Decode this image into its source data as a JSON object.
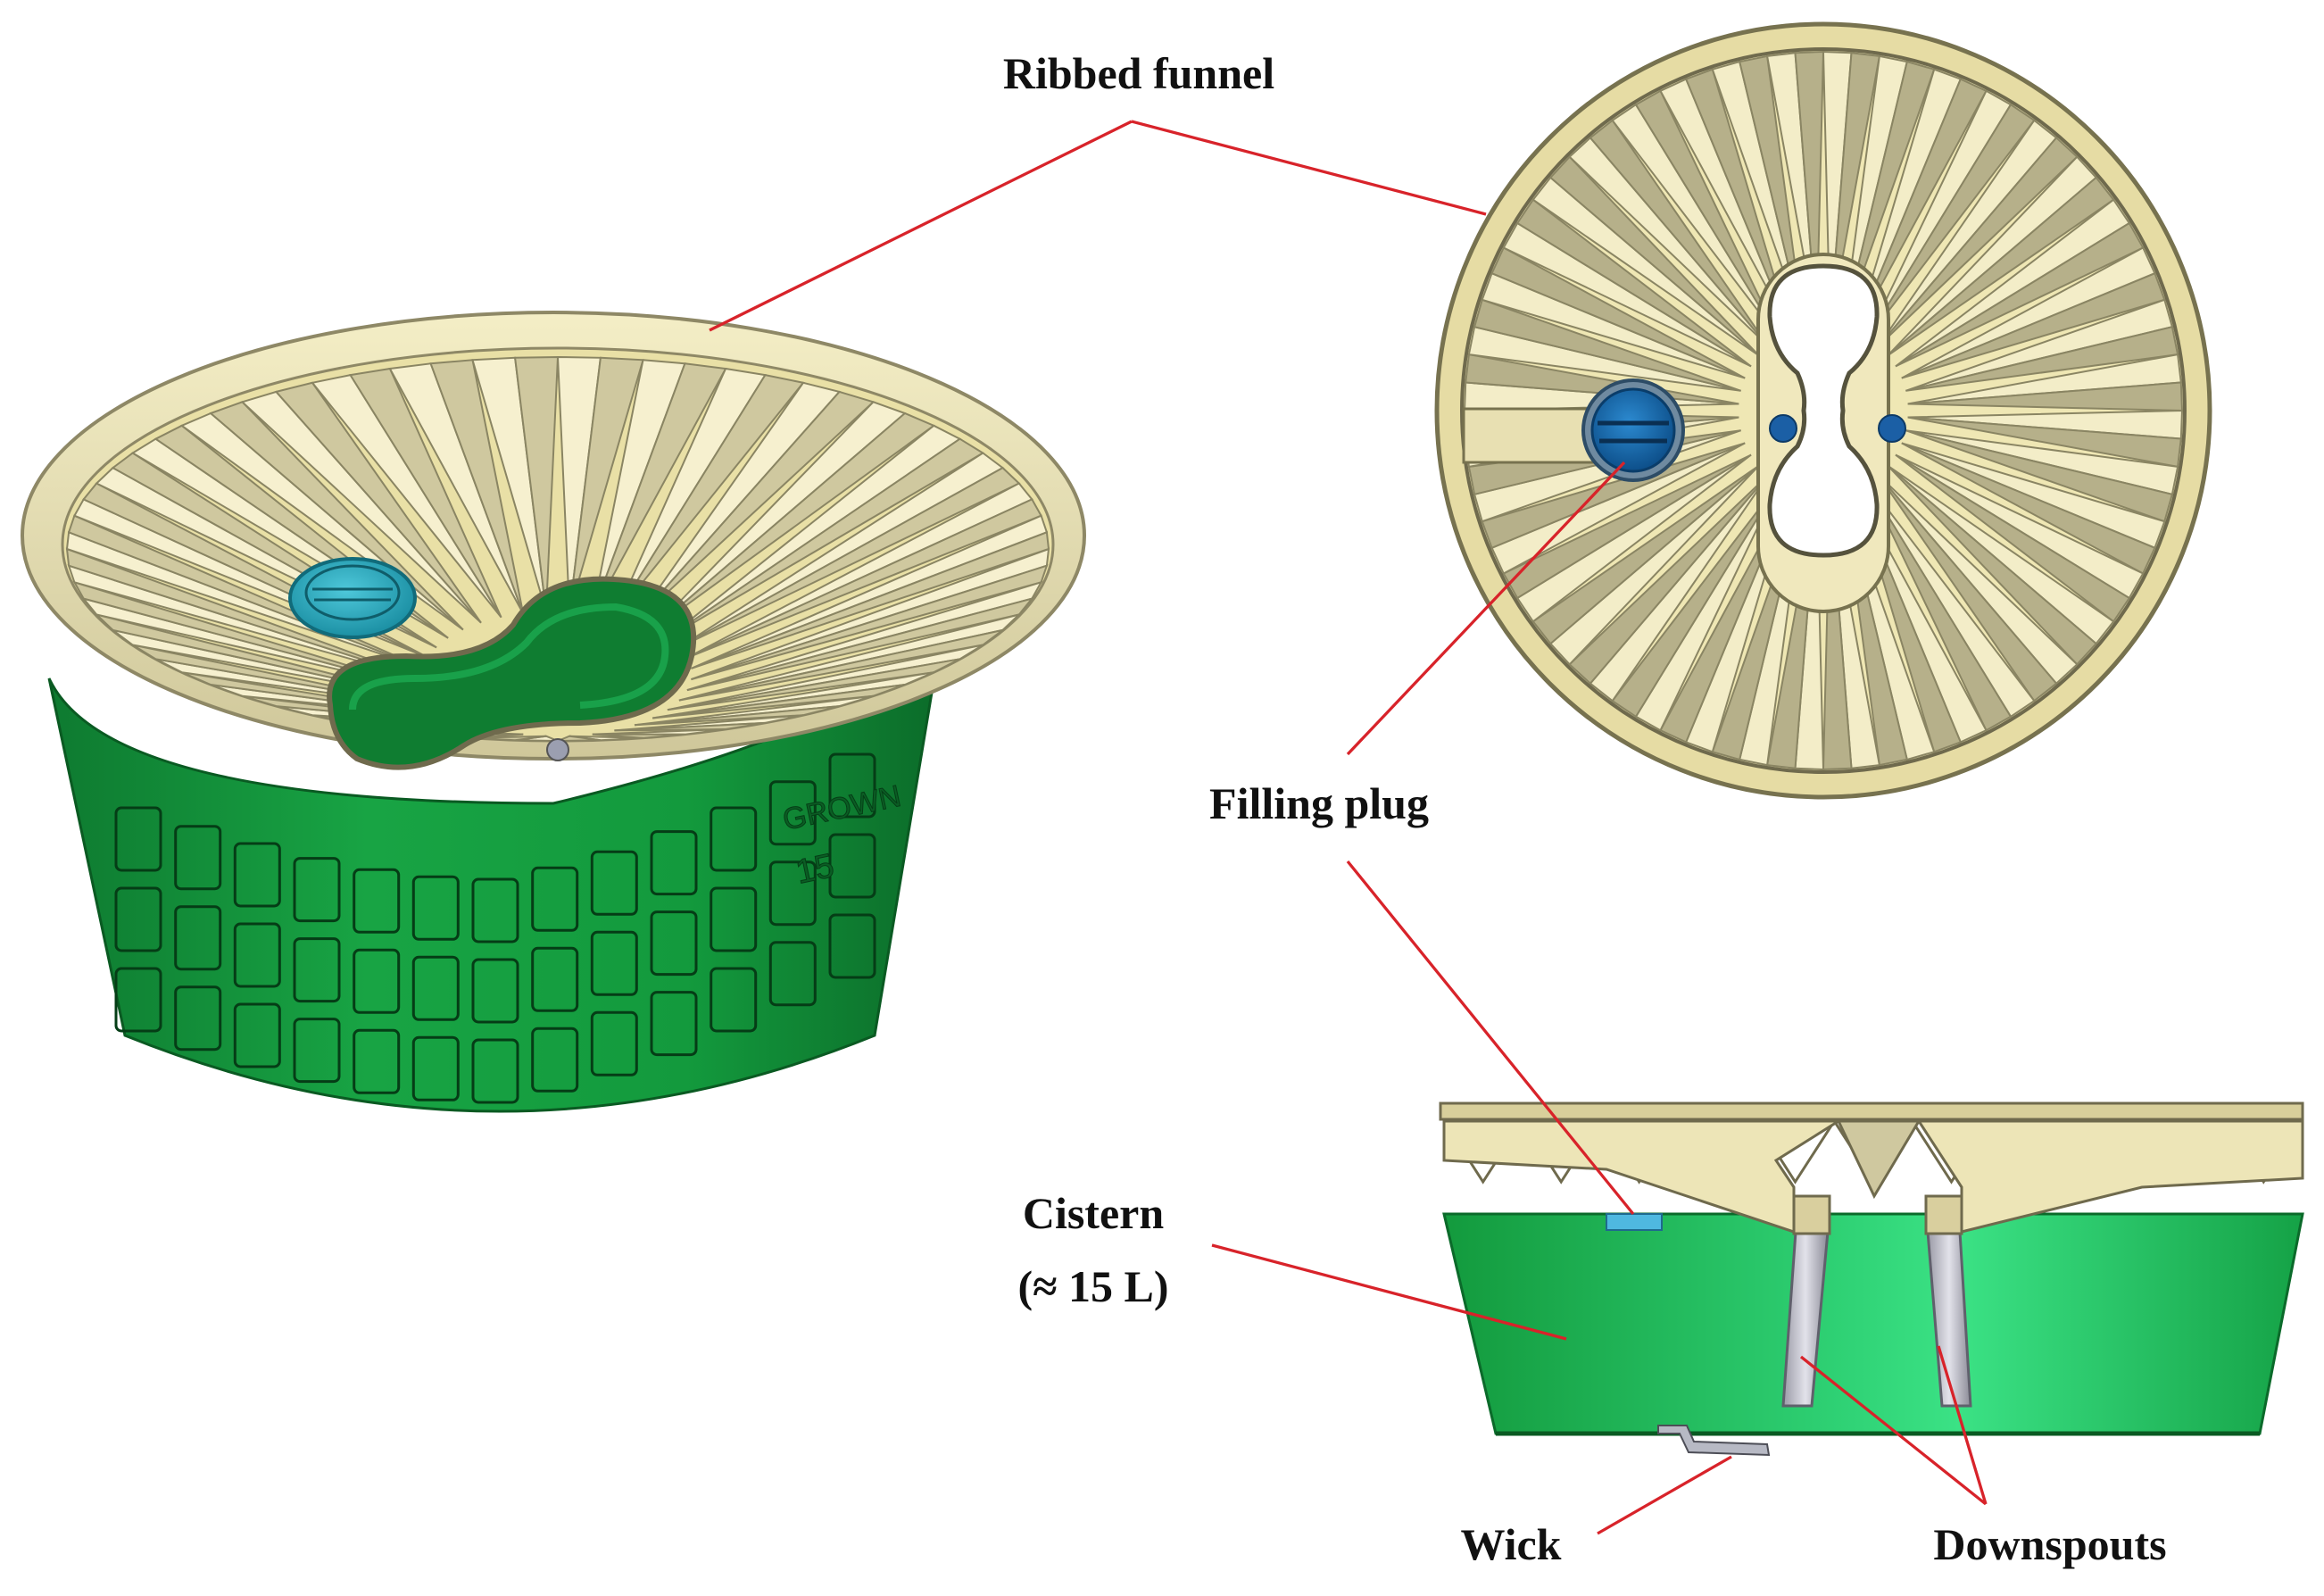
{
  "labels": {
    "ribbed_funnel": "Ribbed funnel",
    "filling_plug": "Filling plug",
    "cistern_line1": "Cistern",
    "cistern_line2": "(≈ 15 L)",
    "wick": "Wick",
    "downspouts": "Downspouts"
  },
  "embossed_text": {
    "line1": "GROWN",
    "line2": "15"
  },
  "colors": {
    "cream": "#efe7b4",
    "cream_dark": "#a7a27e",
    "green": "#139a3d",
    "green_dark": "#0d6b2a",
    "plug_blue": "#1565a8",
    "plug_teal": "#1fa4b8",
    "leader_red": "#d8232a"
  }
}
